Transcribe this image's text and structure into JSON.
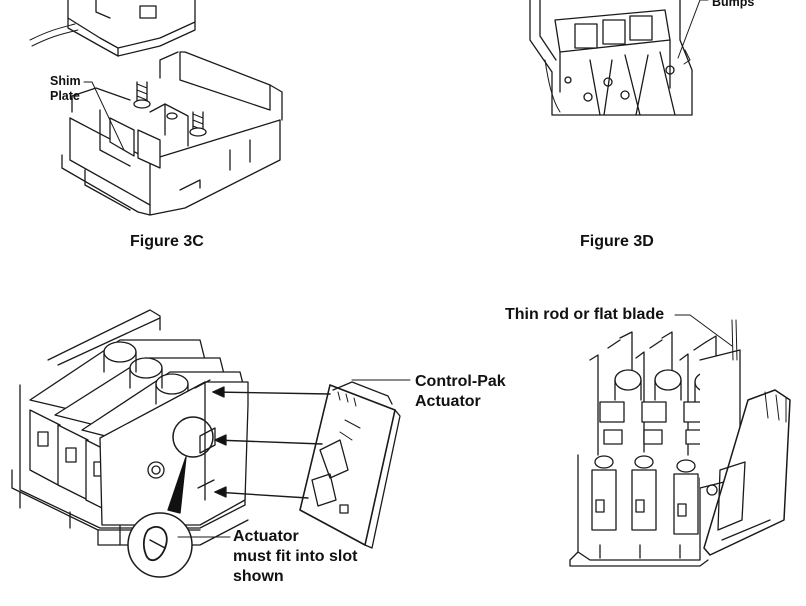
{
  "figures": [
    {
      "id": "3C",
      "caption": "Figure 3C",
      "callouts": [
        "Shim",
        "Plate"
      ]
    },
    {
      "id": "3D",
      "caption": "Figure 3D",
      "callouts": [
        "Bumps"
      ]
    },
    {
      "id": "bottom-left",
      "callouts": [
        "Control-Pak",
        "Actuator",
        "Actuator",
        "must fit into slot",
        "shown"
      ]
    },
    {
      "id": "bottom-right",
      "callouts": [
        "Thin rod or flat blade"
      ]
    }
  ]
}
